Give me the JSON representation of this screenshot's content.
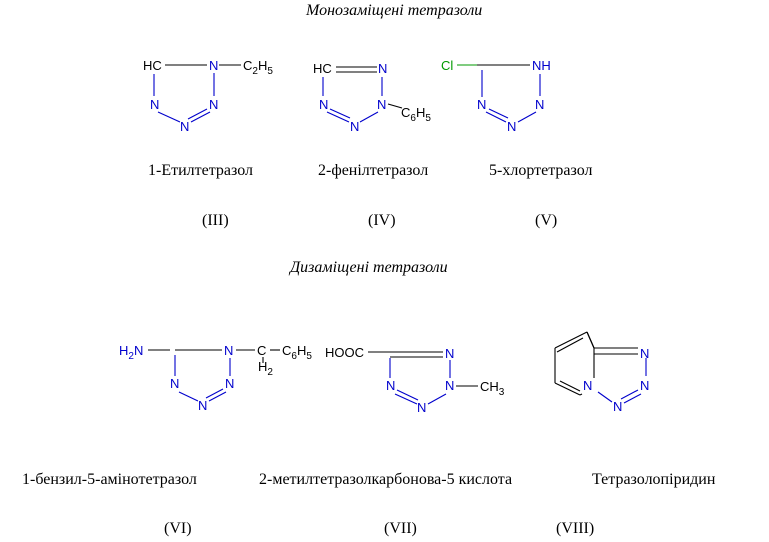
{
  "headings": {
    "mono": "Монозаміщені тетразоли",
    "di": "Дизаміщені тетразоли"
  },
  "colors": {
    "bond": "#000000",
    "nitrogen": "#0000cc",
    "chlorine": "#009900"
  },
  "atoms": {
    "hc": "HC",
    "n": "N",
    "nh": "NH",
    "cl": "Cl",
    "h2n": "H2N",
    "hooc": "HOOC",
    "c": "C",
    "h2": "H2",
    "ch3": "CH3",
    "c2h5": "C2H5",
    "c6h5": "C6H5"
  },
  "compounds": [
    {
      "name": "1-Етилтетразол",
      "numeral": "(III)"
    },
    {
      "name": "2-фенілтетразол",
      "numeral": "(IV)"
    },
    {
      "name": "5-хлортетразол",
      "numeral": "(V)"
    },
    {
      "name": "1-бензил-5-амінотетразол",
      "numeral": "(VI)"
    },
    {
      "name": "2-метилтетразолкарбонова-5 кислота",
      "numeral": "(VII)"
    },
    {
      "name": "Тетразолопіридин",
      "numeral": "(VIII)"
    }
  ]
}
